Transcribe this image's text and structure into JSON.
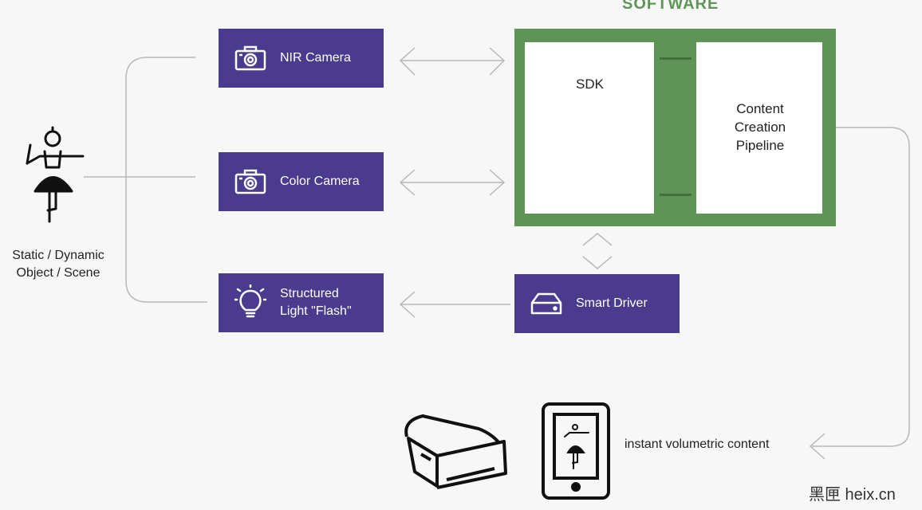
{
  "title": "SOFTWARE",
  "subject": {
    "label": "Static / Dynamic\nObject / Scene",
    "icon": "ballerina-icon"
  },
  "boxes": {
    "nir": {
      "label": "NIR Camera",
      "icon": "camera-icon"
    },
    "color": {
      "label": "Color Camera",
      "icon": "camera-icon"
    },
    "structured": {
      "label": "Structured\nLight \"Flash\"",
      "icon": "lightbulb-icon"
    },
    "driver": {
      "label": "Smart Driver",
      "icon": "drive-icon"
    }
  },
  "software": {
    "sdk": {
      "label": "SDK",
      "icon": "tools-icon"
    },
    "pipeline": {
      "label": "Content\nCreation\nPipeline"
    }
  },
  "output": {
    "label": "instant volumetric content",
    "icons": [
      "vr-headset-icon",
      "tablet-icon"
    ]
  },
  "watermark": "黑匣 heix.cn",
  "colors": {
    "box": "#4b3b8f",
    "software": "#5e9455",
    "line": "#b8b8b8"
  }
}
